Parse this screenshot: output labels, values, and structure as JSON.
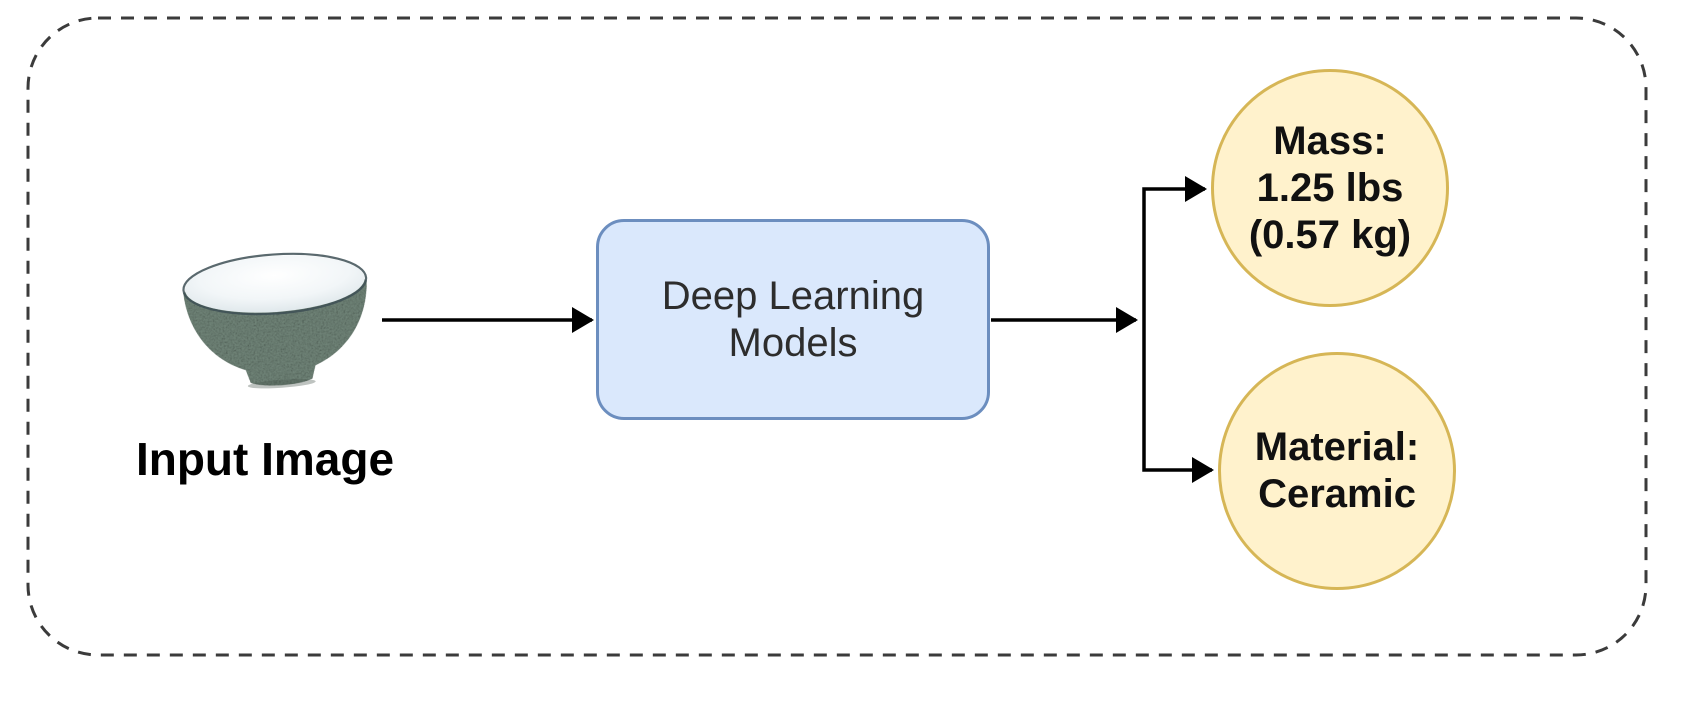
{
  "diagram": {
    "type": "flowchart",
    "frame": {
      "style": "dashed-rounded-rectangle"
    },
    "input_node": {
      "label": "Input Image",
      "image": "speckled-green-ceramic-bowl"
    },
    "process_node": {
      "label": "Deep Learning\nModels"
    },
    "output_nodes": [
      {
        "name": "mass",
        "label": "Mass:\n1.25 lbs\n(0.57 kg)"
      },
      {
        "name": "material",
        "label": "Material:\nCeramic"
      }
    ],
    "colors": {
      "process_fill": "#dae8fc",
      "process_border": "#6c8ebf",
      "output_fill": "#fff2cc",
      "output_border": "#d6b656",
      "arrow": "#000000",
      "frame_dash": "#3b3b3b",
      "bowl_body": "#6f8377"
    }
  }
}
